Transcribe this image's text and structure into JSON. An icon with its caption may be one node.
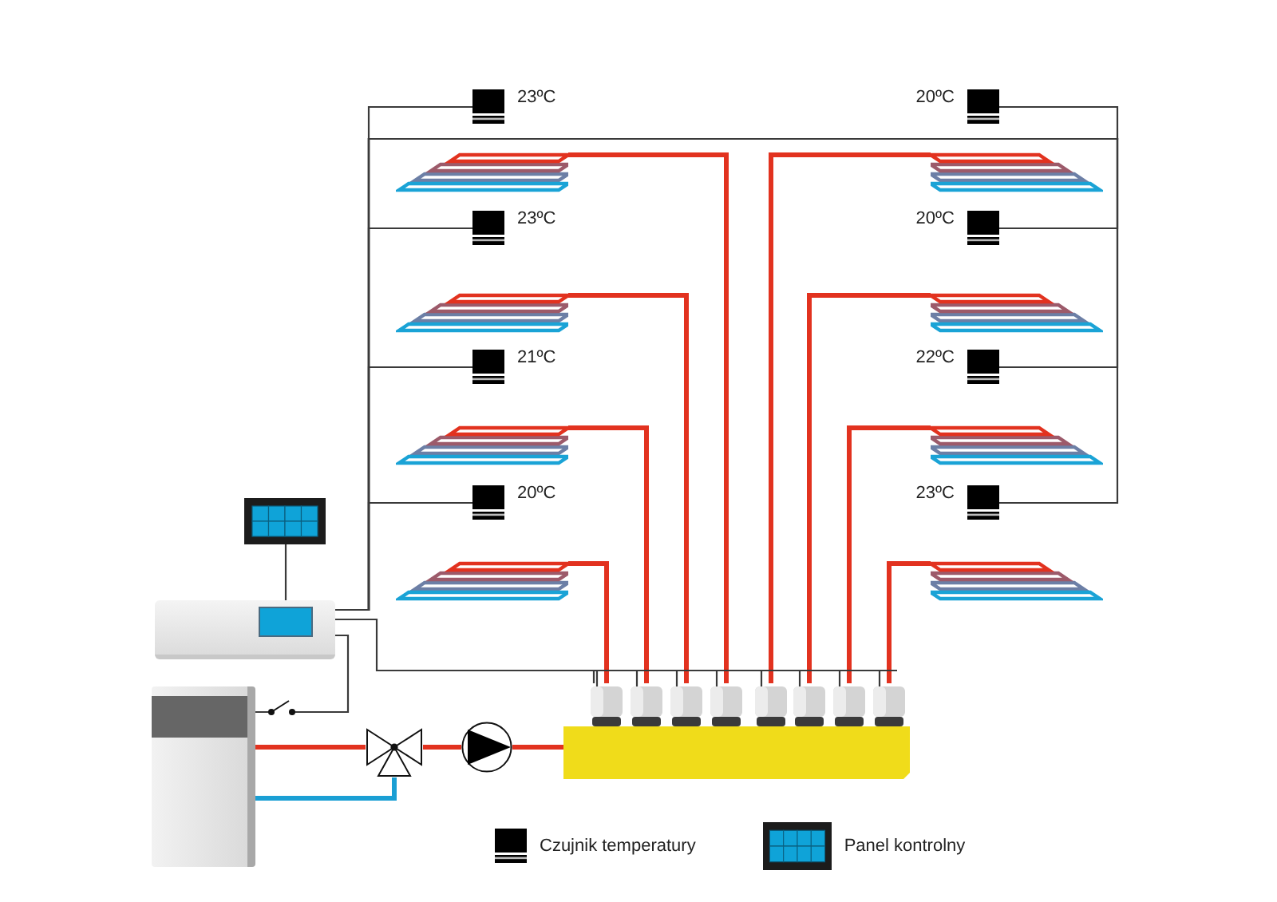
{
  "diagram": {
    "nodes": [
      {
        "text": [
          "23ºC"
        ]
      },
      {
        "text": [
          "20ºC"
        ]
      },
      {
        "text": [],
        "shape": "picture"
      },
      {
        "text": [],
        "shape": "picture"
      },
      {
        "text": [
          "23ºC"
        ]
      },
      {
        "text": [
          "20ºC"
        ]
      },
      {
        "text": [],
        "shape": "picture"
      },
      {
        "text": [],
        "shape": "picture"
      },
      {
        "text": [
          "21ºC"
        ]
      },
      {
        "text": [
          "22ºC"
        ]
      },
      {
        "text": [],
        "shape": "picture"
      },
      {
        "text": [],
        "shape": "picture"
      },
      {
        "text": [
          "20ºC"
        ]
      },
      {
        "text": [
          "23ºC"
        ]
      },
      {
        "text": [],
        "shape": "picture"
      },
      {
        "text": [],
        "shape": "picture"
      },
      {
        "text": [],
        "shape": "picture"
      },
      {
        "text": [],
        "shape": "picture"
      },
      {
        "text": [],
        "shape": "picture"
      },
      {
        "text": [],
        "shape": "picture"
      },
      {
        "text": [],
        "shape": "circle"
      },
      {
        "text": [],
        "shape": "bar"
      }
    ],
    "edges": [
      {
        "from": 17,
        "to": 0,
        "arrow": "none"
      },
      {
        "from": 17,
        "to": 1,
        "arrow": "none"
      },
      {
        "from": 17,
        "to": 4,
        "arrow": "none"
      },
      {
        "from": 17,
        "to": 5,
        "arrow": "none"
      },
      {
        "from": 17,
        "to": 8,
        "arrow": "none"
      },
      {
        "from": 17,
        "to": 9,
        "arrow": "none"
      },
      {
        "from": 17,
        "to": 12,
        "arrow": "none"
      },
      {
        "from": 17,
        "to": 13,
        "arrow": "none"
      },
      {
        "from": 16,
        "to": 17,
        "arrow": "none"
      },
      {
        "from": 17,
        "to": 18,
        "arrow": "none"
      },
      {
        "from": 17,
        "to": 21,
        "arrow": "none"
      },
      {
        "from": 21,
        "to": 2,
        "arrow": "none",
        "color": "#e2321f"
      },
      {
        "from": 21,
        "to": 3,
        "arrow": "none",
        "color": "#e2321f"
      },
      {
        "from": 21,
        "to": 6,
        "arrow": "none",
        "color": "#e2321f"
      },
      {
        "from": 21,
        "to": 7,
        "arrow": "none",
        "color": "#e2321f"
      },
      {
        "from": 21,
        "to": 10,
        "arrow": "none",
        "color": "#e2321f"
      },
      {
        "from": 21,
        "to": 11,
        "arrow": "none",
        "color": "#e2321f"
      },
      {
        "from": 21,
        "to": 14,
        "arrow": "none",
        "color": "#e2321f"
      },
      {
        "from": 21,
        "to": 15,
        "arrow": "none",
        "color": "#e2321f"
      },
      {
        "from": 18,
        "to": 19,
        "arrow": "none",
        "color": "#e2321f"
      },
      {
        "from": 18,
        "to": 19,
        "arrow": "none",
        "color": "#1a9fd4"
      },
      {
        "from": 19,
        "to": 20,
        "arrow": "none",
        "color": "#e2321f"
      },
      {
        "from": 20,
        "to": 21,
        "arrow": "none",
        "color": "#e2321f"
      }
    ],
    "legend": [
      {
        "text": "Czujnik temperatury"
      },
      {
        "text": "Panel kontrolny"
      }
    ]
  }
}
